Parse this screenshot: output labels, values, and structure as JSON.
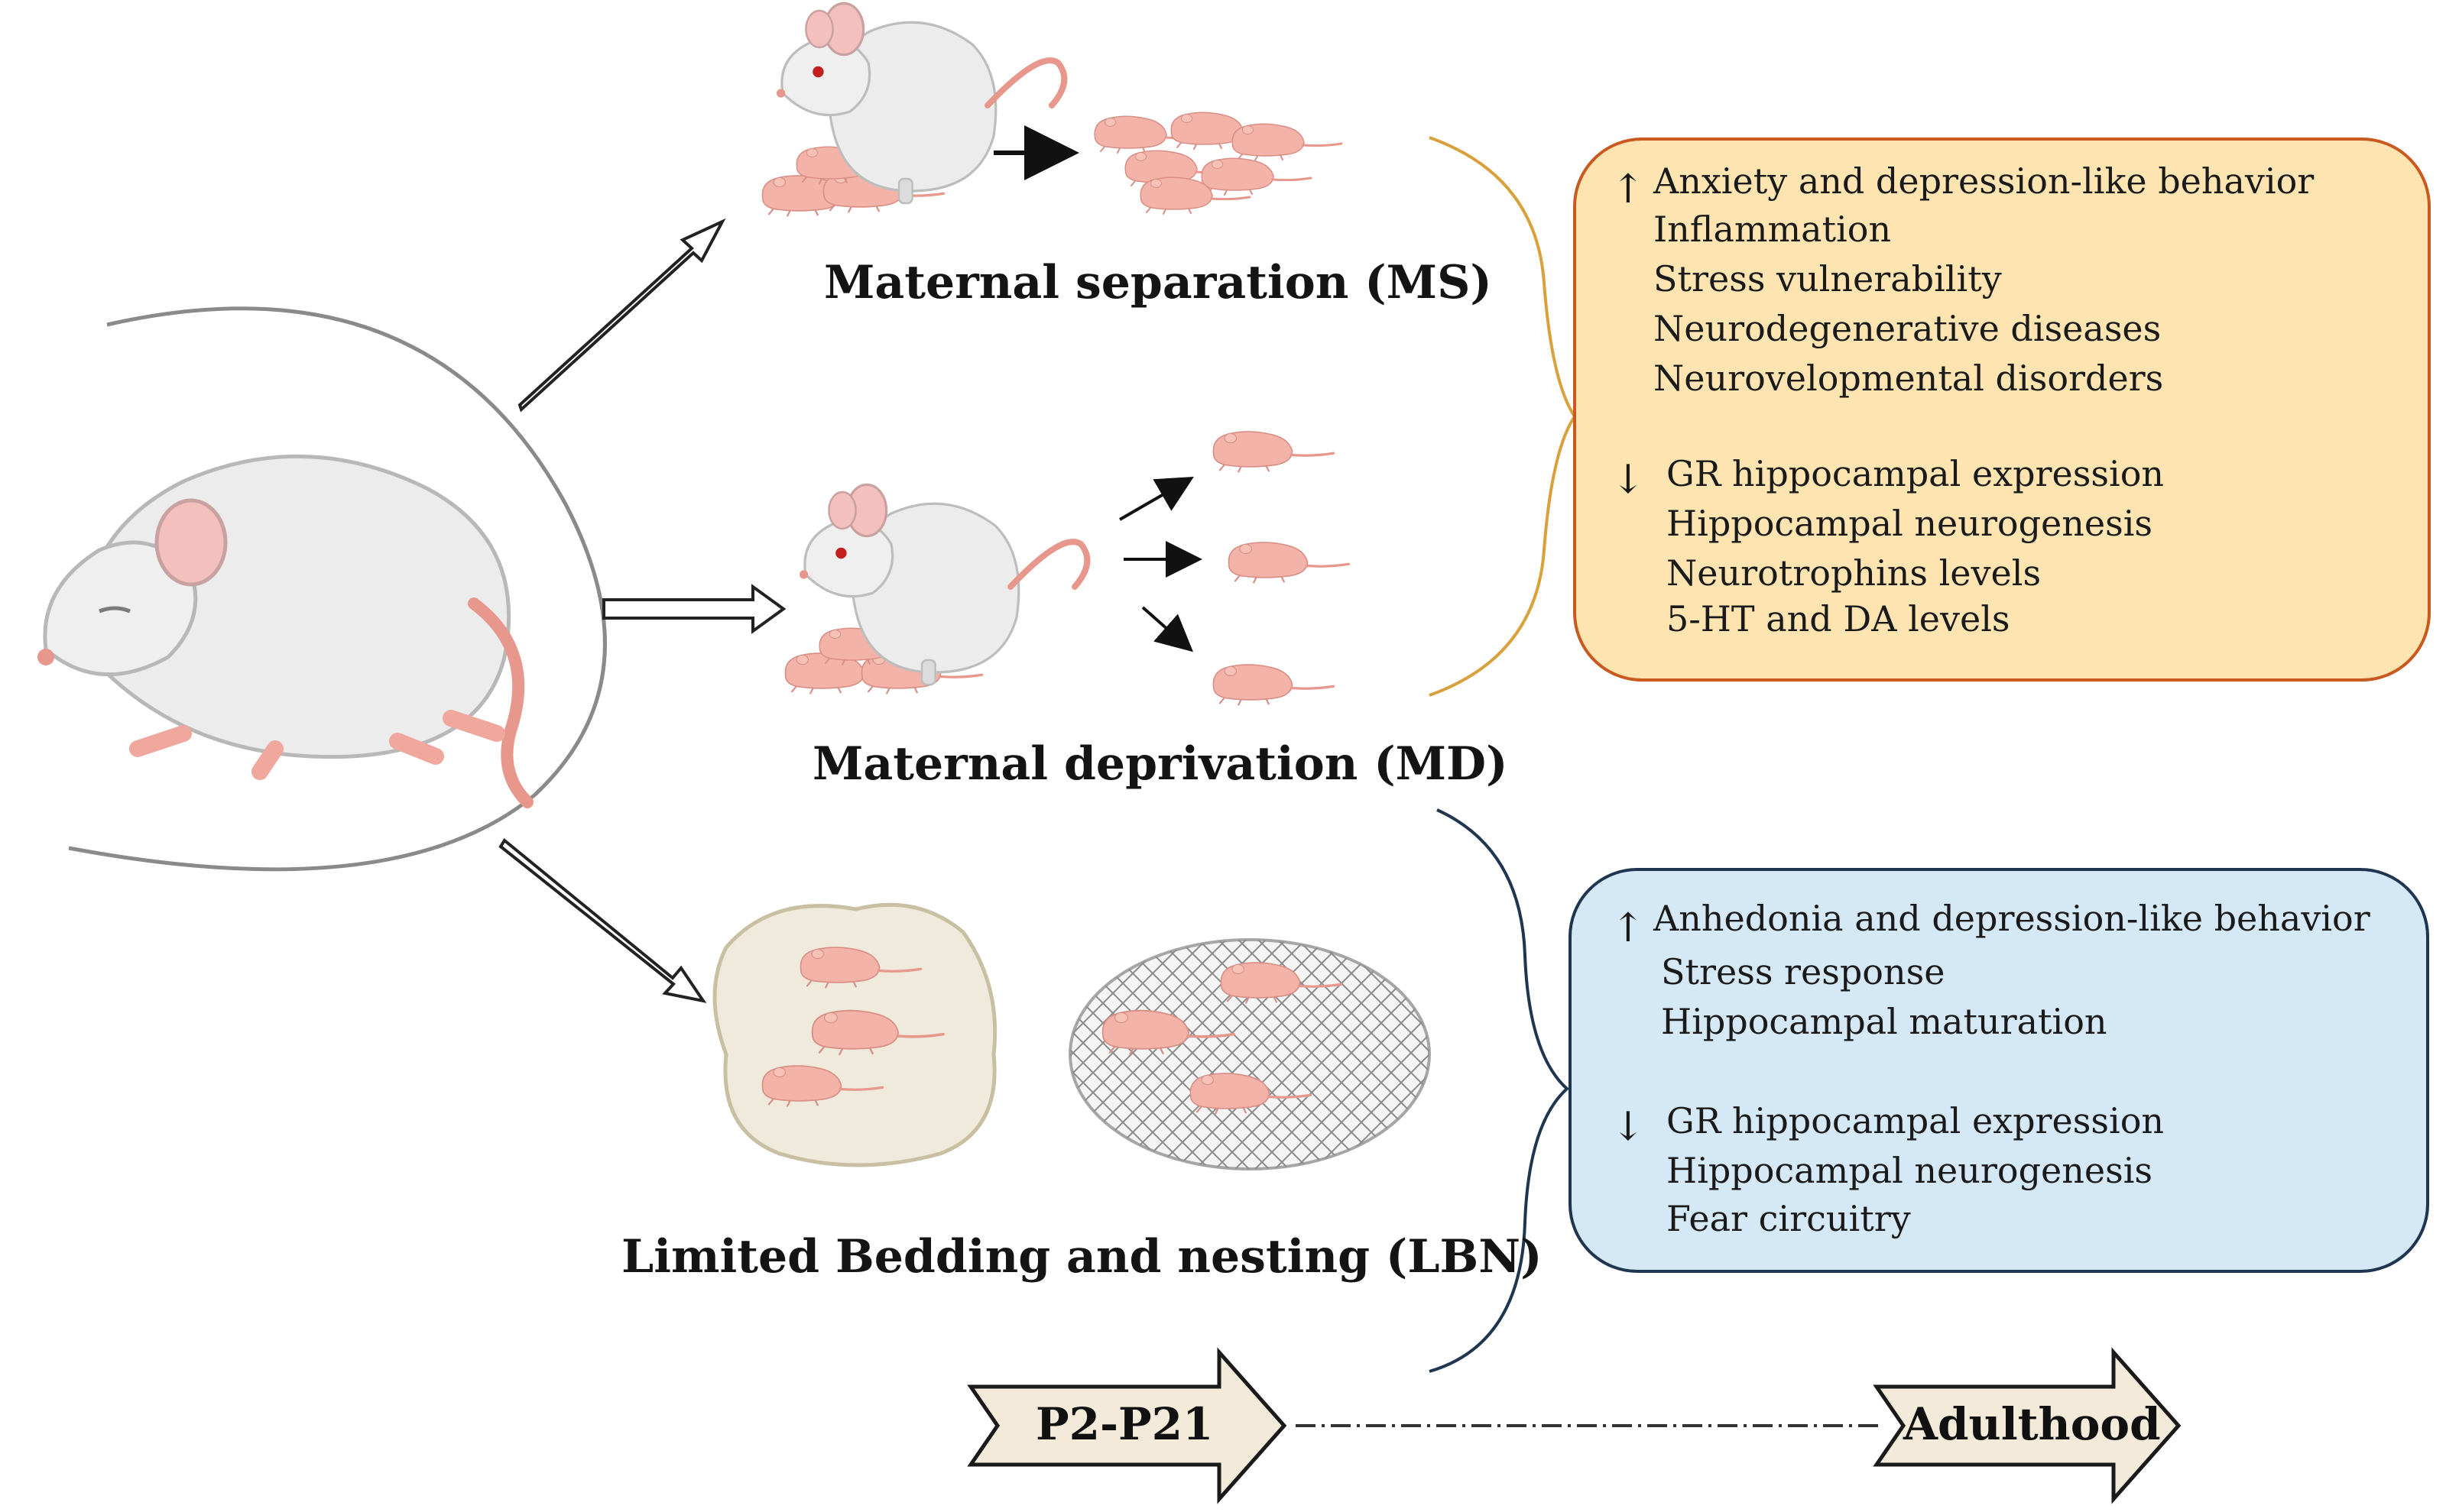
{
  "paradigms": {
    "ms": "Maternal separation (MS)",
    "md": "Maternal deprivation (MD)",
    "lbn": "Limited Bedding and nesting (LBN)"
  },
  "outcomes_ms_md": {
    "increased": [
      "Anxiety and depression-like behavior",
      "Inflammation",
      "Stress vulnerability",
      "Neurodegenerative diseases",
      "Neurovelopmental disorders"
    ],
    "decreased": [
      "GR hippocampal expression",
      "Hippocampal neurogenesis",
      "Neurotrophins levels",
      "5-HT and DA levels"
    ]
  },
  "outcomes_lbn": {
    "increased": [
      "Anhedonia and depression-like behavior",
      "Stress response",
      "Hippocampal maturation"
    ],
    "decreased": [
      "GR hippocampal expression",
      "Hippocampal neurogenesis",
      "Fear circuitry"
    ]
  },
  "timeline": {
    "start": "P2-P21",
    "end": "Adulthood"
  },
  "colors": {
    "box_orange_fill": "#fde4b0",
    "box_orange_border": "#c9591f",
    "box_blue_fill": "#d5e8f5",
    "box_blue_border": "#1f3550",
    "mouse_body": "#ececec",
    "pup_pink": "#f4b3a8",
    "timeline_fill": "#f3ead9"
  }
}
